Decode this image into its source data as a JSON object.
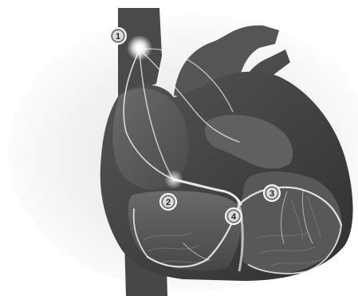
{
  "diagram": {
    "markers": [
      {
        "id": "node-1",
        "label": "1"
      },
      {
        "id": "node-2",
        "label": "2"
      },
      {
        "id": "node-3",
        "label": "3"
      },
      {
        "id": "node-4",
        "label": "4"
      }
    ],
    "colors": {
      "background": "#ffffff",
      "glow": "#e9e9e9",
      "tissue_dark": "#3f3f3f",
      "tissue_mid": "#5a5a5a",
      "tissue_light": "#7c7c7c",
      "conduction_path": "#f2f2f2"
    }
  }
}
